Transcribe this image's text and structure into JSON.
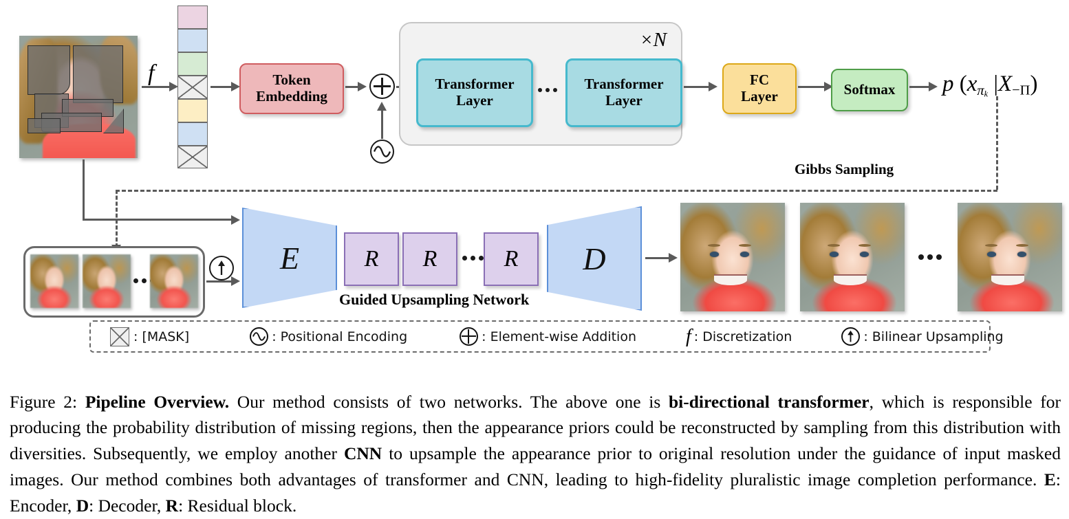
{
  "figure": {
    "transformer_row": {
      "discretization_symbol": "f",
      "token_embedding_label": "Token\nEmbedding",
      "transformer_layer_label_1": "Transformer\nLayer",
      "transformer_layer_label_2": "Transformer\nLayer",
      "repeat_label": "×N",
      "fc_layer_label": "FC\nLayer",
      "softmax_label": "Softmax",
      "output_formula": "p (xπₖ | X₋Π)",
      "gibbs_label": "Gibbs Sampling"
    },
    "token_cells": [
      {
        "name": "token-pink",
        "color": "#ecd4e2",
        "mask": false
      },
      {
        "name": "token-blue1",
        "color": "#cfe0f3",
        "mask": false
      },
      {
        "name": "token-green",
        "color": "#d6ebd3",
        "mask": false
      },
      {
        "name": "token-mask1",
        "color": "#efefef",
        "mask": true
      },
      {
        "name": "token-yellow",
        "color": "#fdeec4",
        "mask": false
      },
      {
        "name": "token-blue2",
        "color": "#cfe0f3",
        "mask": false
      },
      {
        "name": "token-mask2",
        "color": "#efefef",
        "mask": true
      }
    ],
    "upsampling_row": {
      "encoder_label": "E",
      "residual_label_1": "R",
      "residual_label_2": "R",
      "residual_label_3": "R",
      "decoder_label": "D",
      "network_label": "Guided Upsampling Network"
    },
    "legend": [
      {
        "icon": "mask-box-icon",
        "text": ": [MASK]"
      },
      {
        "icon": "sine-circle-icon",
        "text": ": Positional Encoding"
      },
      {
        "icon": "plus-circle-icon",
        "text": ": Element-wise Addition"
      },
      {
        "icon": "discretization-f-icon",
        "text": ": Discretization"
      },
      {
        "icon": "up-arrow-circle-icon",
        "text": ": Bilinear Upsampling"
      }
    ],
    "colors": {
      "token_embedding_fill": "#eeb8ba",
      "token_embedding_border": "#cf5c5f",
      "transformer_fill": "#a8dbe3",
      "transformer_border": "#45b9cd",
      "fc_fill": "#fbdf9b",
      "fc_border": "#dca818",
      "softmax_fill": "#c5ecc1",
      "softmax_border": "#4f9d48",
      "encoder_fill": "#c3d8f5",
      "encoder_border": "#5b8fd8",
      "residual_fill": "#ddd0ec",
      "residual_border": "#8a6fb5",
      "group_fill": "#f2f2f2",
      "arrow": "#5a5a5a"
    }
  },
  "caption": {
    "prefix": "Figure 2: ",
    "title": "Pipeline Overview.",
    "part1": " Our method consists of two networks. The above one is ",
    "bold1": "bi-directional transformer",
    "part2": ", which is responsible for producing the probability distribution of missing regions, then the appearance priors could be reconstructed by sampling from this distribution with diversities. Subsequently, we employ another ",
    "bold2": "CNN",
    "part3": " to upsample the appearance prior to original resolution under the guidance of input masked images. Our method combines both advantages of transformer and CNN, leading to high-fidelity pluralistic image completion performance. ",
    "bold3": "E",
    "part4": ": Encoder, ",
    "bold4": "D",
    "part5": ": Decoder, ",
    "bold5": "R",
    "part6": ": Residual block."
  }
}
